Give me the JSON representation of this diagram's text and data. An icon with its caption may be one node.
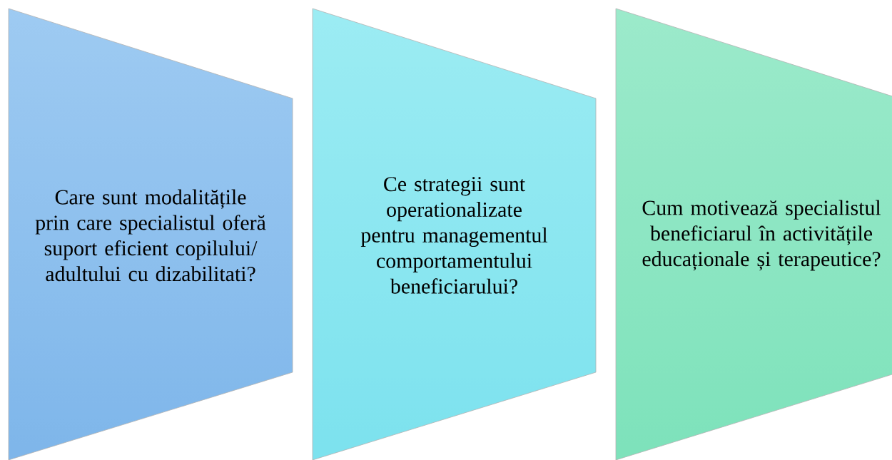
{
  "diagram": {
    "nodes": [
      {
        "text": [
          "Care sunt modalitățile prin care specialistul oferă suport eficient copilului/ adultului cu dizabilitati?"
        ]
      },
      {
        "text": [
          "Ce strategii sunt operationalizate pentru managementul comportamentului beneficiarului?"
        ]
      },
      {
        "text": [
          "Cum motivează specialistul beneficiarul în activitățile educaționale și terapeutice?"
        ]
      }
    ]
  }
}
